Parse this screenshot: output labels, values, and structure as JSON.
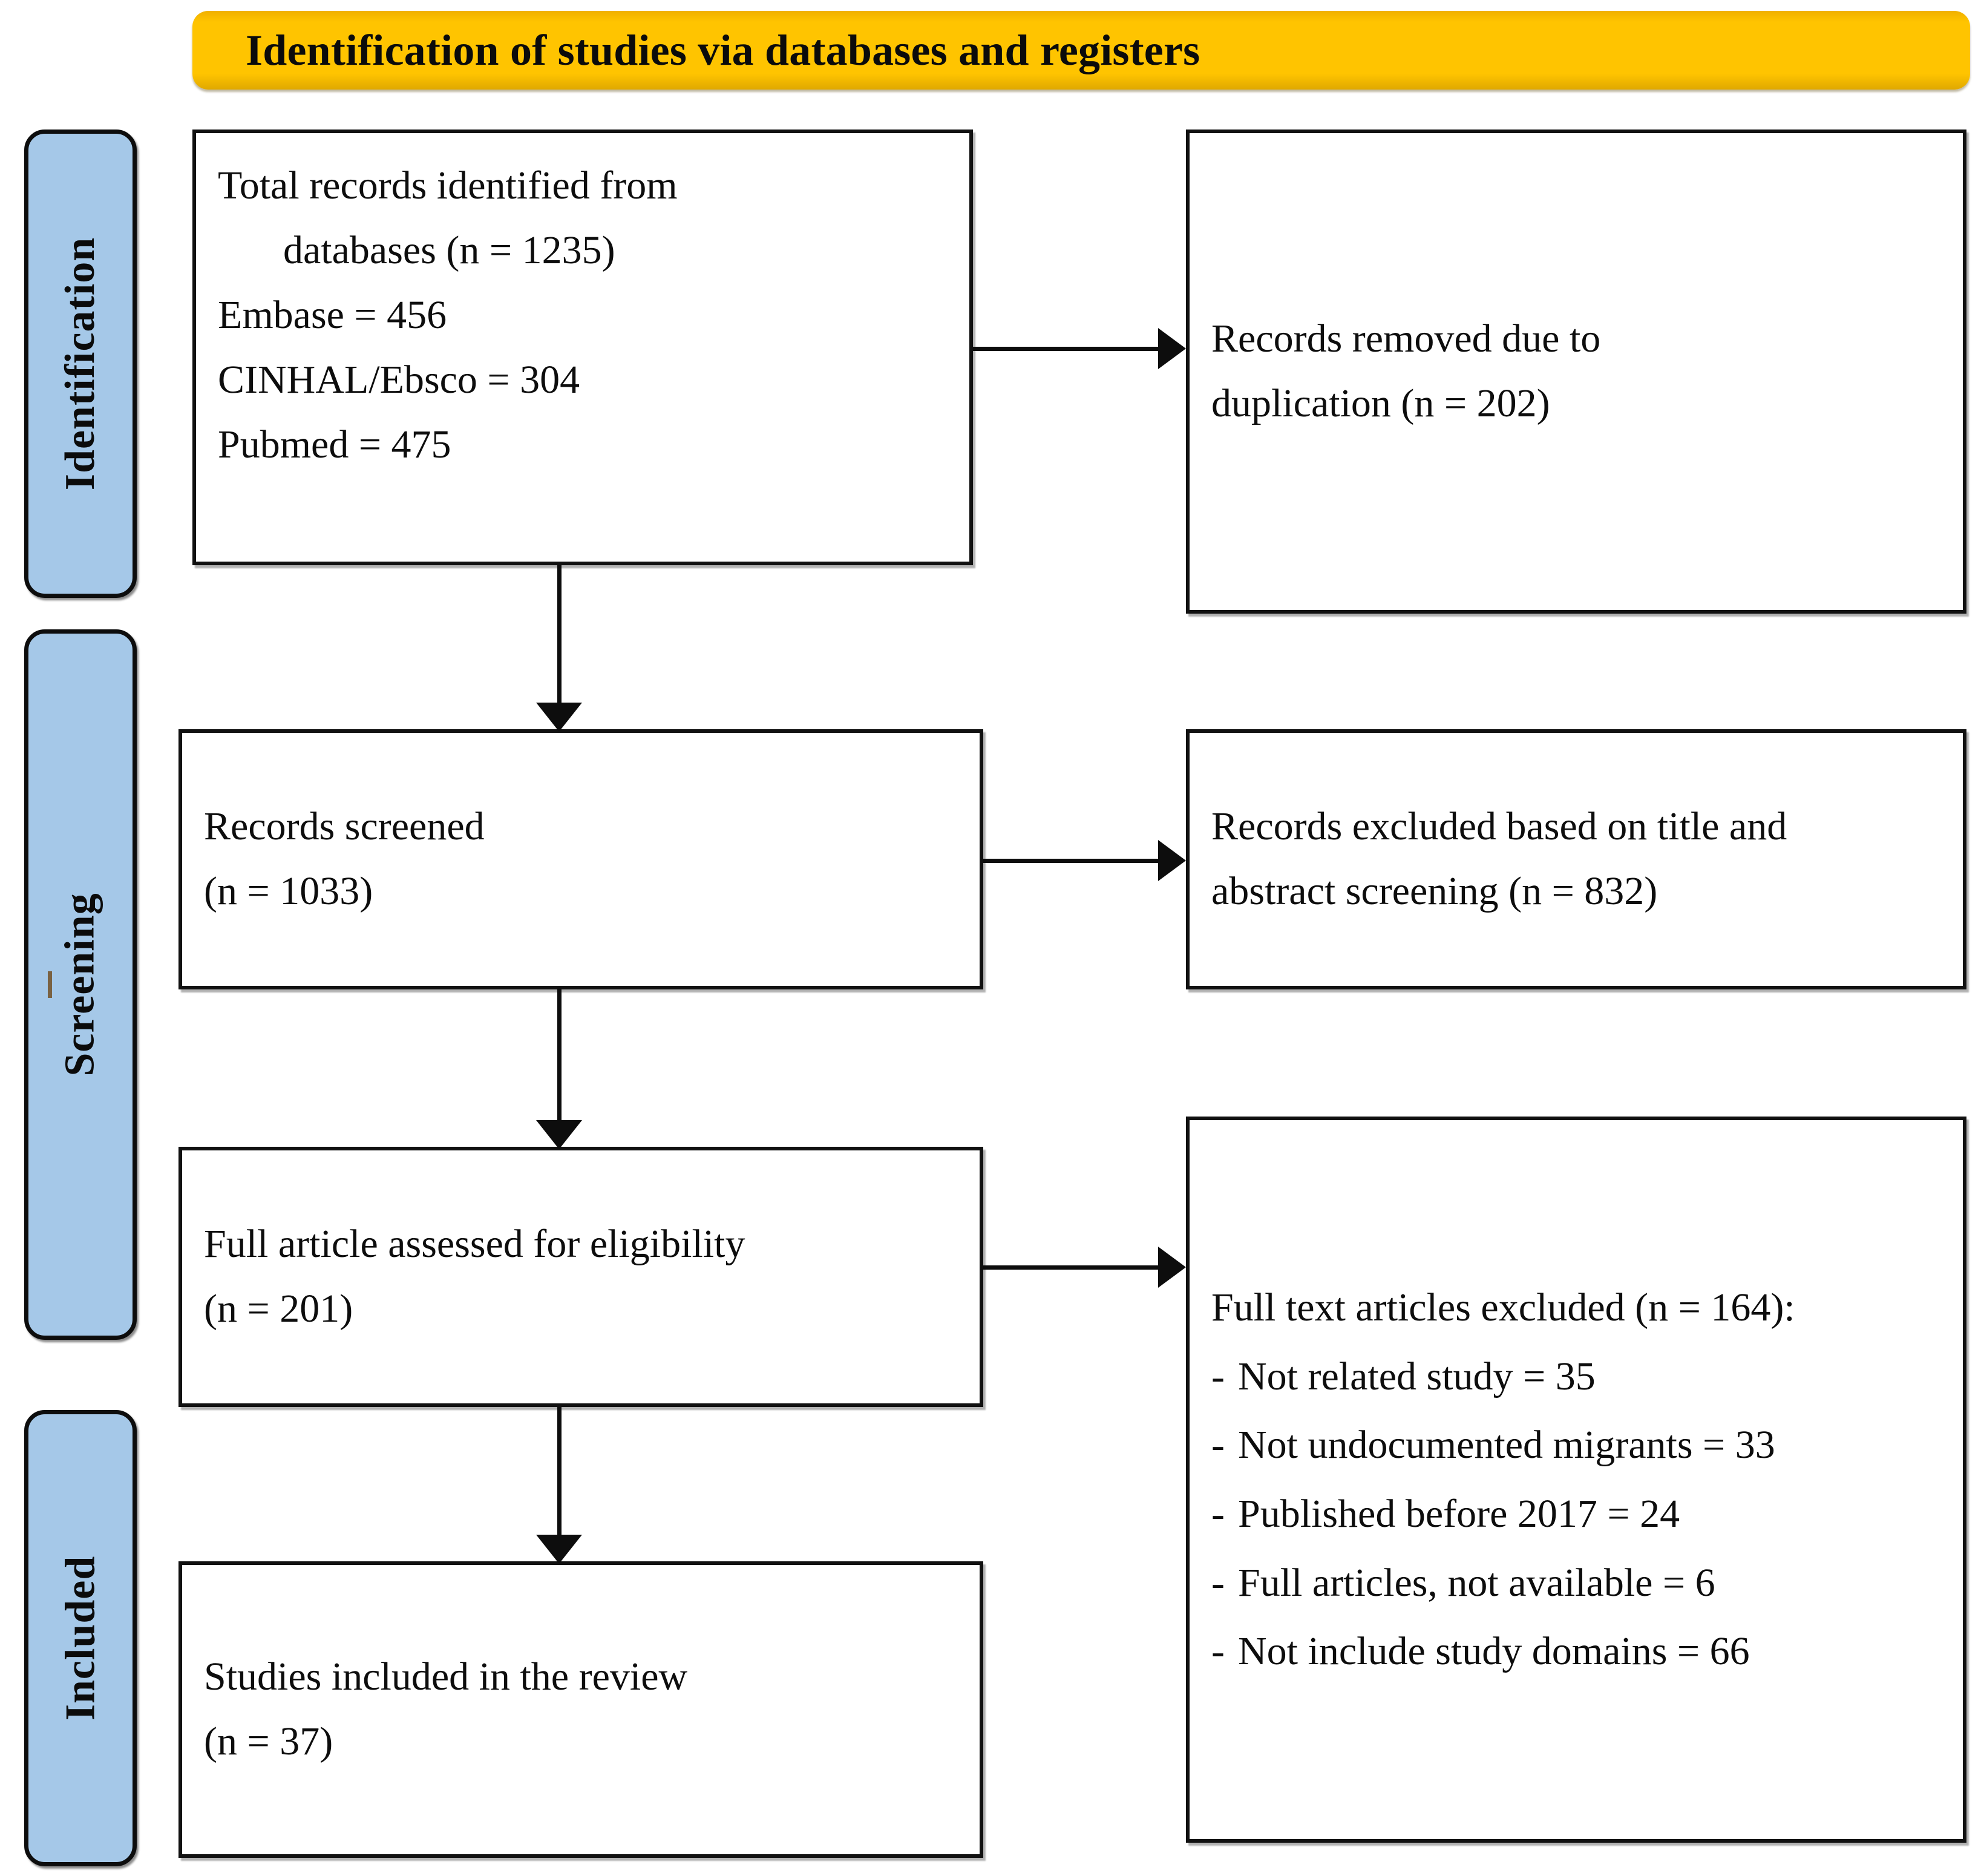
{
  "banner": {
    "title": "Identification of studies via databases and registers",
    "color": "#FFC400"
  },
  "stages": [
    {
      "label": "Identification"
    },
    {
      "label": "Screening"
    },
    {
      "label": "Included"
    }
  ],
  "stage_color": "#A5C8E8",
  "boxes": {
    "identified": {
      "lines": [
        "Total records identified from",
        "databases (n = 1235)",
        "Embase = 456",
        "CINHAL/Ebsco = 304",
        "Pubmed = 475"
      ]
    },
    "duplicates": {
      "lines": [
        "Records removed due to",
        "duplication (n = 202)"
      ]
    },
    "screened": {
      "lines": [
        "Records screened",
        "(n = 1033)"
      ]
    },
    "excluded_title_abstract": {
      "lines": [
        "Records excluded based on title and",
        "abstract screening (n = 832)"
      ]
    },
    "eligibility": {
      "lines": [
        "Full article assessed for eligibility",
        "(n = 201)"
      ]
    },
    "excluded_fulltext": {
      "heading": "Full text articles excluded (n = 164):",
      "dash": "-",
      "items": [
        "Not related study = 35",
        "Not undocumented migrants = 33",
        "Published before 2017 = 24",
        "Full articles, not available = 6",
        "Not include study domains = 66"
      ]
    },
    "included": {
      "lines": [
        "Studies included in the review",
        "(n = 37)"
      ]
    }
  },
  "chart_data": {
    "type": "diagram",
    "title": "Identification of studies via databases and registers",
    "nodes": [
      {
        "id": "identified",
        "stage": "Identification",
        "label": "Total records identified from databases",
        "n": 1235,
        "breakdown": [
          {
            "source": "Embase",
            "n": 456
          },
          {
            "source": "CINHAL/Ebsco",
            "n": 304
          },
          {
            "source": "Pubmed",
            "n": 475
          }
        ]
      },
      {
        "id": "duplicates",
        "stage": "Identification",
        "label": "Records removed due to duplication",
        "n": 202
      },
      {
        "id": "screened",
        "stage": "Screening",
        "label": "Records screened",
        "n": 1033
      },
      {
        "id": "excluded_title_abstract",
        "stage": "Screening",
        "label": "Records excluded based on title and abstract screening",
        "n": 832
      },
      {
        "id": "eligibility",
        "stage": "Screening",
        "label": "Full article assessed for eligibility",
        "n": 201
      },
      {
        "id": "excluded_fulltext",
        "stage": "Screening",
        "label": "Full text articles excluded",
        "n": 164,
        "breakdown": [
          {
            "reason": "Not related study",
            "n": 35
          },
          {
            "reason": "Not undocumented migrants",
            "n": 33
          },
          {
            "reason": "Published before 2017",
            "n": 24
          },
          {
            "reason": "Full articles, not available",
            "n": 6
          },
          {
            "reason": "Not include study domains",
            "n": 66
          }
        ]
      },
      {
        "id": "included",
        "stage": "Included",
        "label": "Studies included in the review",
        "n": 37
      }
    ],
    "edges": [
      {
        "from": "identified",
        "to": "duplicates",
        "direction": "right"
      },
      {
        "from": "identified",
        "to": "screened",
        "direction": "down"
      },
      {
        "from": "screened",
        "to": "excluded_title_abstract",
        "direction": "right"
      },
      {
        "from": "screened",
        "to": "eligibility",
        "direction": "down"
      },
      {
        "from": "eligibility",
        "to": "excluded_fulltext",
        "direction": "right"
      },
      {
        "from": "eligibility",
        "to": "included",
        "direction": "down"
      }
    ]
  }
}
